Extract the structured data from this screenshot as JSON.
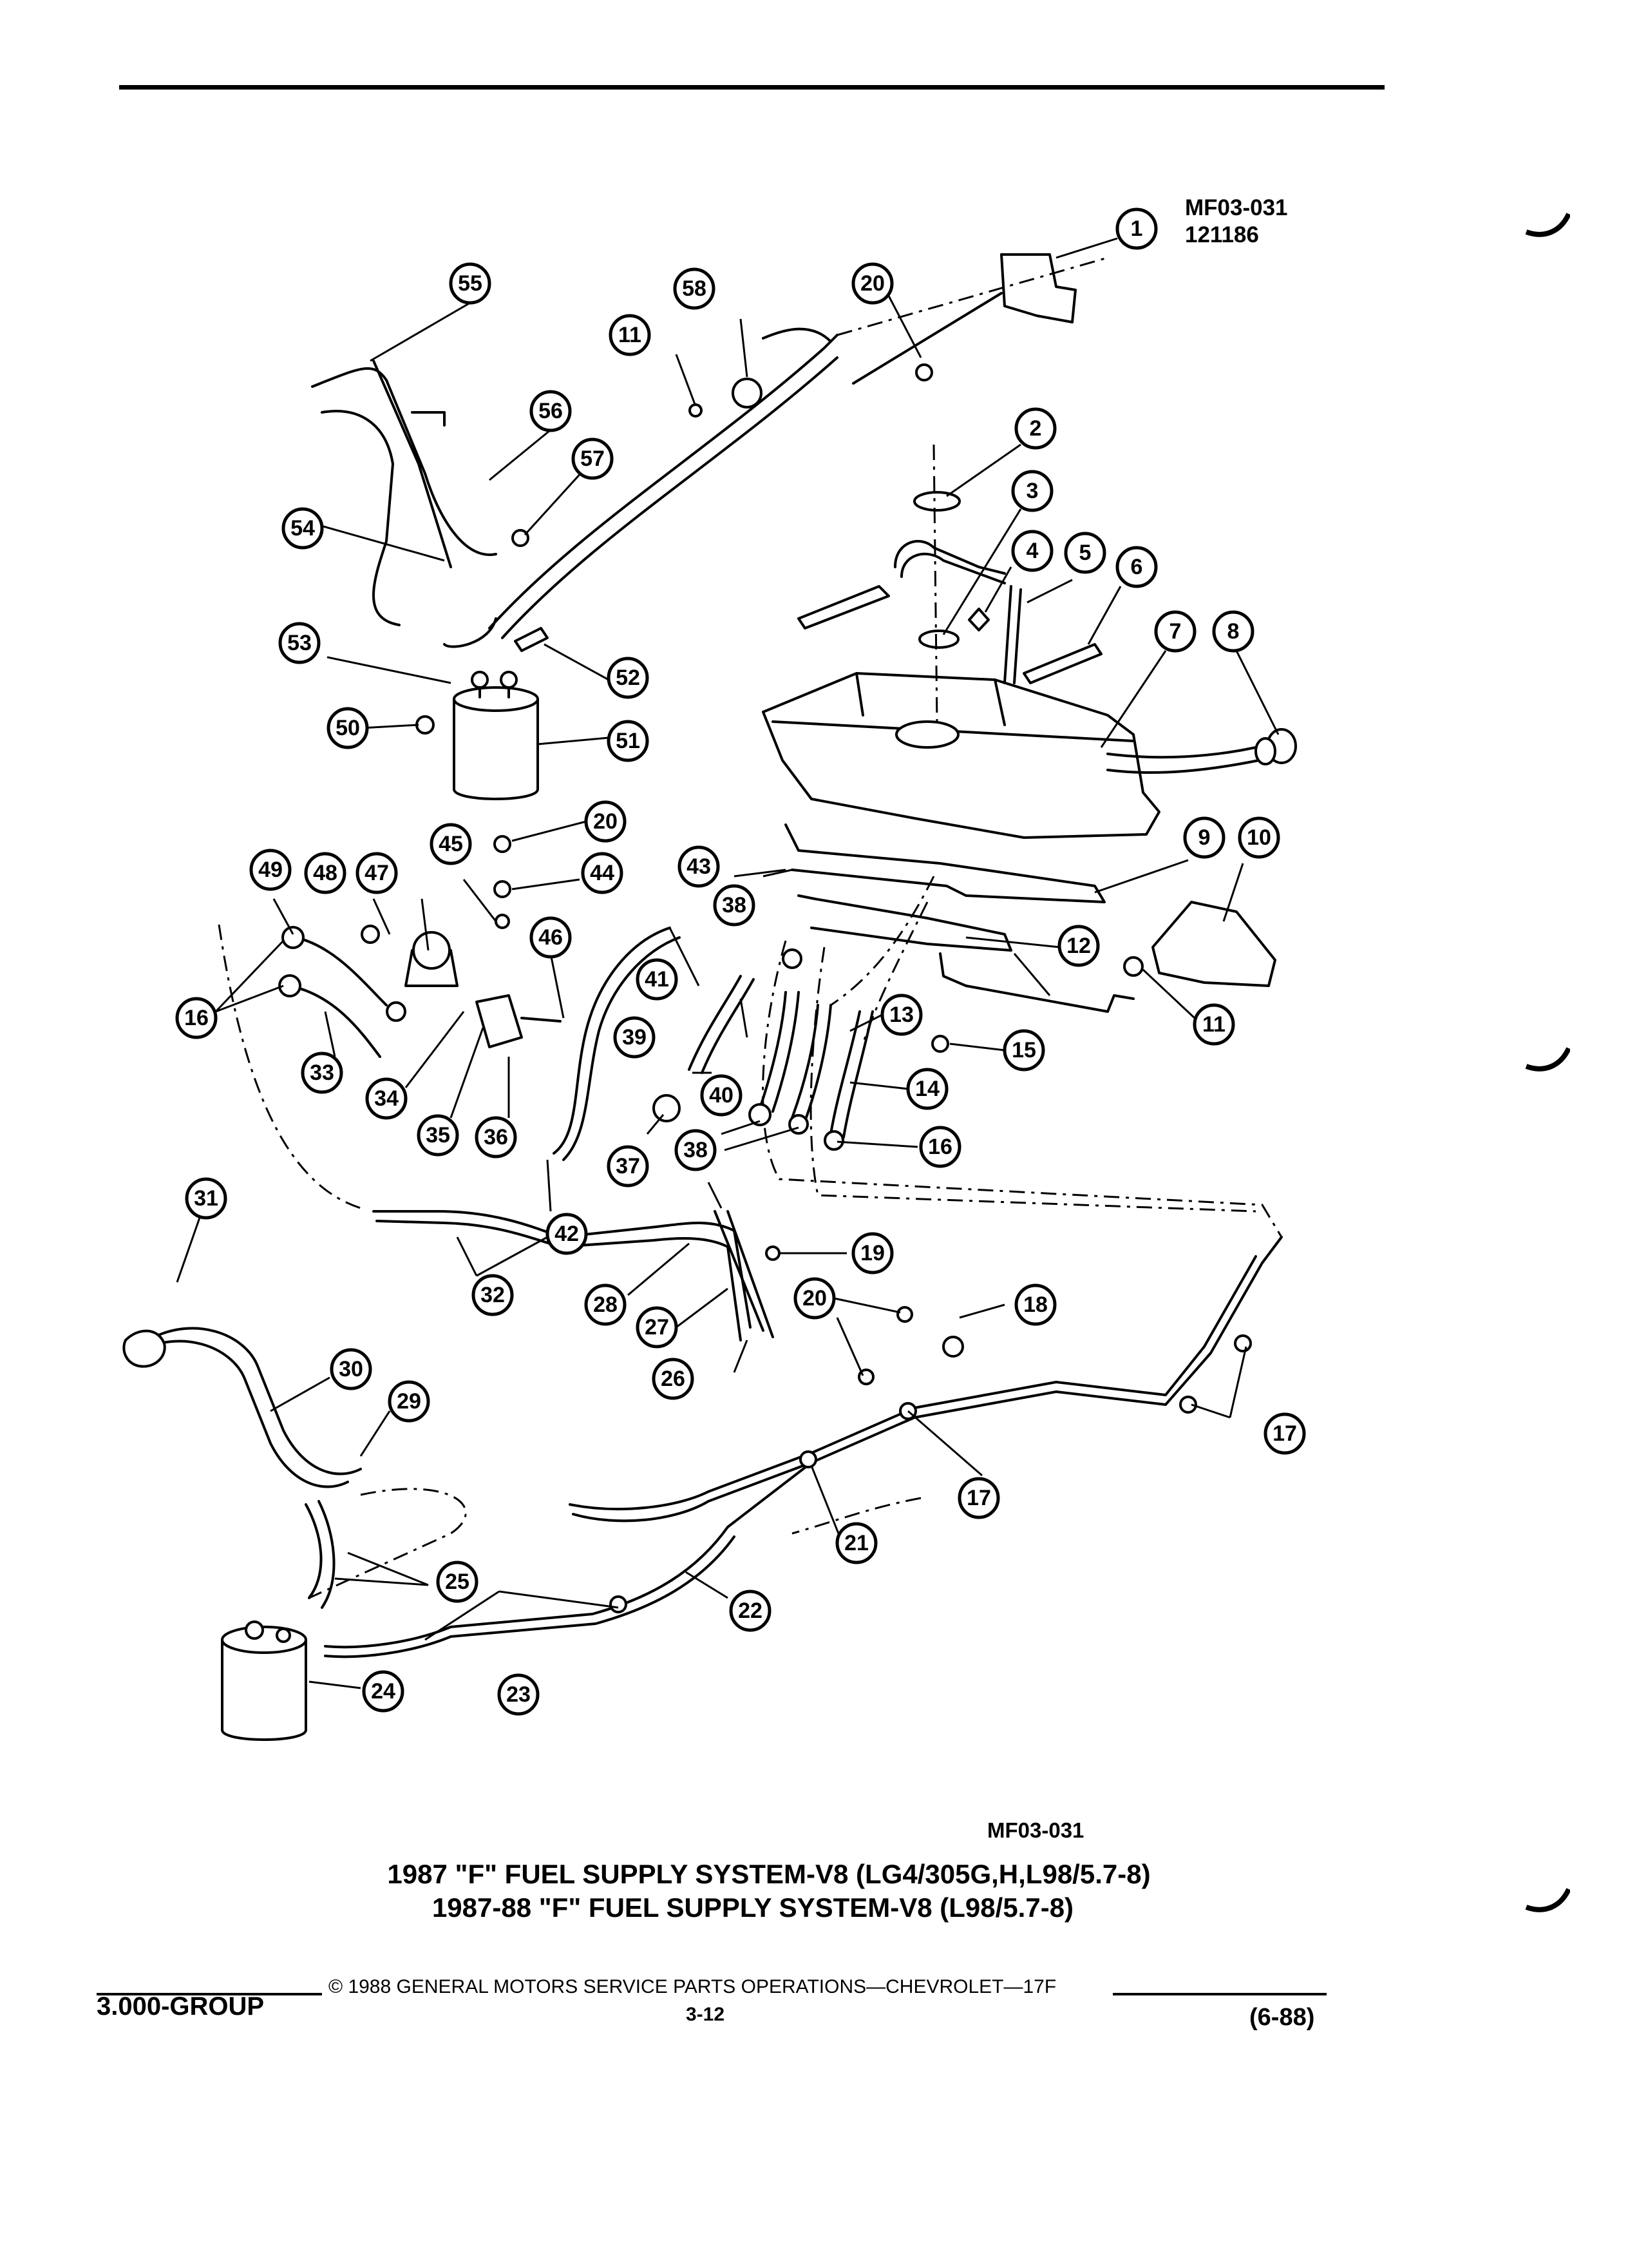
{
  "header": {
    "drawing_code": "MF03-031",
    "drawing_date": "121186"
  },
  "diagram": {
    "callouts": [
      "1",
      "2",
      "3",
      "4",
      "5",
      "6",
      "7",
      "8",
      "9",
      "10",
      "11",
      "12",
      "13",
      "14",
      "15",
      "16",
      "17",
      "18",
      "19",
      "20",
      "21",
      "22",
      "23",
      "24",
      "25",
      "26",
      "27",
      "28",
      "29",
      "30",
      "31",
      "32",
      "33",
      "34",
      "35",
      "36",
      "37",
      "38",
      "39",
      "40",
      "41",
      "42",
      "43",
      "44",
      "45",
      "46",
      "47",
      "48",
      "49",
      "50",
      "51",
      "52",
      "53",
      "54",
      "55",
      "56",
      "57",
      "58"
    ],
    "drawing_code_bottom": "MF03-031"
  },
  "caption": {
    "line1": "1987 \"F\" FUEL SUPPLY SYSTEM-V8 (LG4/305G,H,L98/5.7-8)",
    "line2": "1987-88 \"F\" FUEL SUPPLY SYSTEM-V8 (L98/5.7-8)"
  },
  "footer": {
    "group": "3.000-GROUP",
    "copyright": "© 1988 GENERAL MOTORS SERVICE PARTS OPERATIONS—CHEVROLET—17F",
    "page": "3-12",
    "revision": "(6-88)"
  }
}
